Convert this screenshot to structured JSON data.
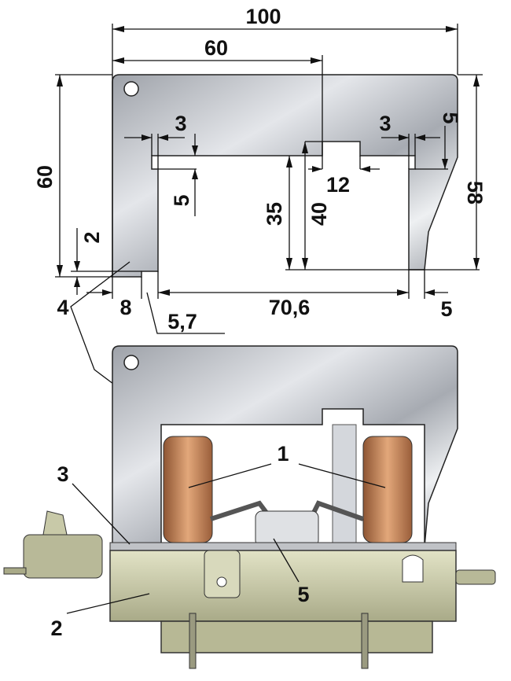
{
  "dimensions": {
    "overall_width": "100",
    "to_center": "60",
    "left_step": "3",
    "right_step": "3",
    "left_notch_depth": "5",
    "right_notch_depth": "5",
    "center_notch": "12",
    "overall_height_left": "60",
    "height_35": "35",
    "height_40": "40",
    "height_right": "58",
    "foot_step": "2",
    "left_leg_width": "8",
    "foot_offset": "5,7",
    "opening_width": "70,6",
    "right_leg_width": "5"
  },
  "callouts": {
    "plate": "4",
    "coils": "1",
    "body": "2",
    "gasket": "3",
    "valve": "5"
  },
  "colors": {
    "plate": "#b9bcc2",
    "coil": "#c0845a",
    "body": "#c8c9a8"
  }
}
